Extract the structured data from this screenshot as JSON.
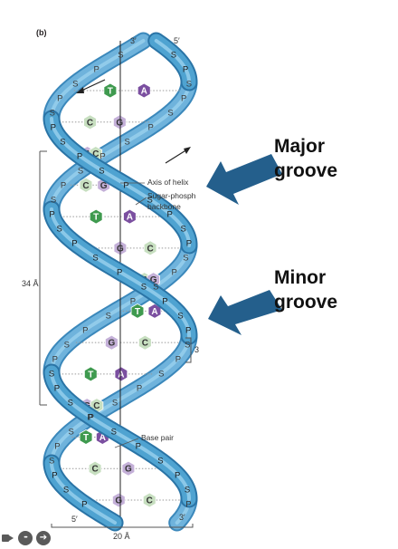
{
  "figure": {
    "panel_label": "(b)",
    "top_end_left": "3′",
    "top_end_right": "5′",
    "bottom_end_left": "5′",
    "bottom_end_right": "3′",
    "width_label": "20 Å",
    "pitch_label": "34 Å",
    "base_spacing_label": "3",
    "axis_label": "Axis of helix",
    "backbone_label_line1": "Sugar-phosph",
    "backbone_label_line2": "backbone",
    "base_pair_label": "Base pair",
    "sugar_letter": "S",
    "phosphate_letter": "P",
    "base_pairs": [
      [
        "T",
        "A"
      ],
      [
        "C",
        "G"
      ],
      [
        "G",
        "C"
      ],
      [
        "C",
        "G"
      ],
      [
        "T",
        "A"
      ],
      [
        "G",
        "C"
      ],
      [
        "C",
        "G"
      ],
      [
        "T",
        "A"
      ],
      [
        "G",
        "C"
      ],
      [
        "T",
        "A"
      ],
      [
        "G",
        "C"
      ],
      [
        "T",
        "A"
      ],
      [
        "C",
        "G"
      ],
      [
        "G",
        "C"
      ]
    ]
  },
  "callouts": {
    "major_line1": "Major",
    "major_line2": "groove",
    "minor_line1": "Minor",
    "minor_line2": "groove"
  },
  "controls": {
    "items": [
      "pip-icon",
      "more-icon",
      "next-icon"
    ],
    "more_glyph": "•••",
    "next_glyph": "➔"
  },
  "colors": {
    "backbone": "#4fa3d1",
    "backbone_light": "#9ad1ee",
    "backbone_dark": "#2a74a6",
    "adenine": "#7b4fa0",
    "guanine": "#c4b0d8",
    "thymine": "#3f9a4f",
    "cytosine": "#c7dfc0",
    "callout_arrow": "#245f8c"
  }
}
